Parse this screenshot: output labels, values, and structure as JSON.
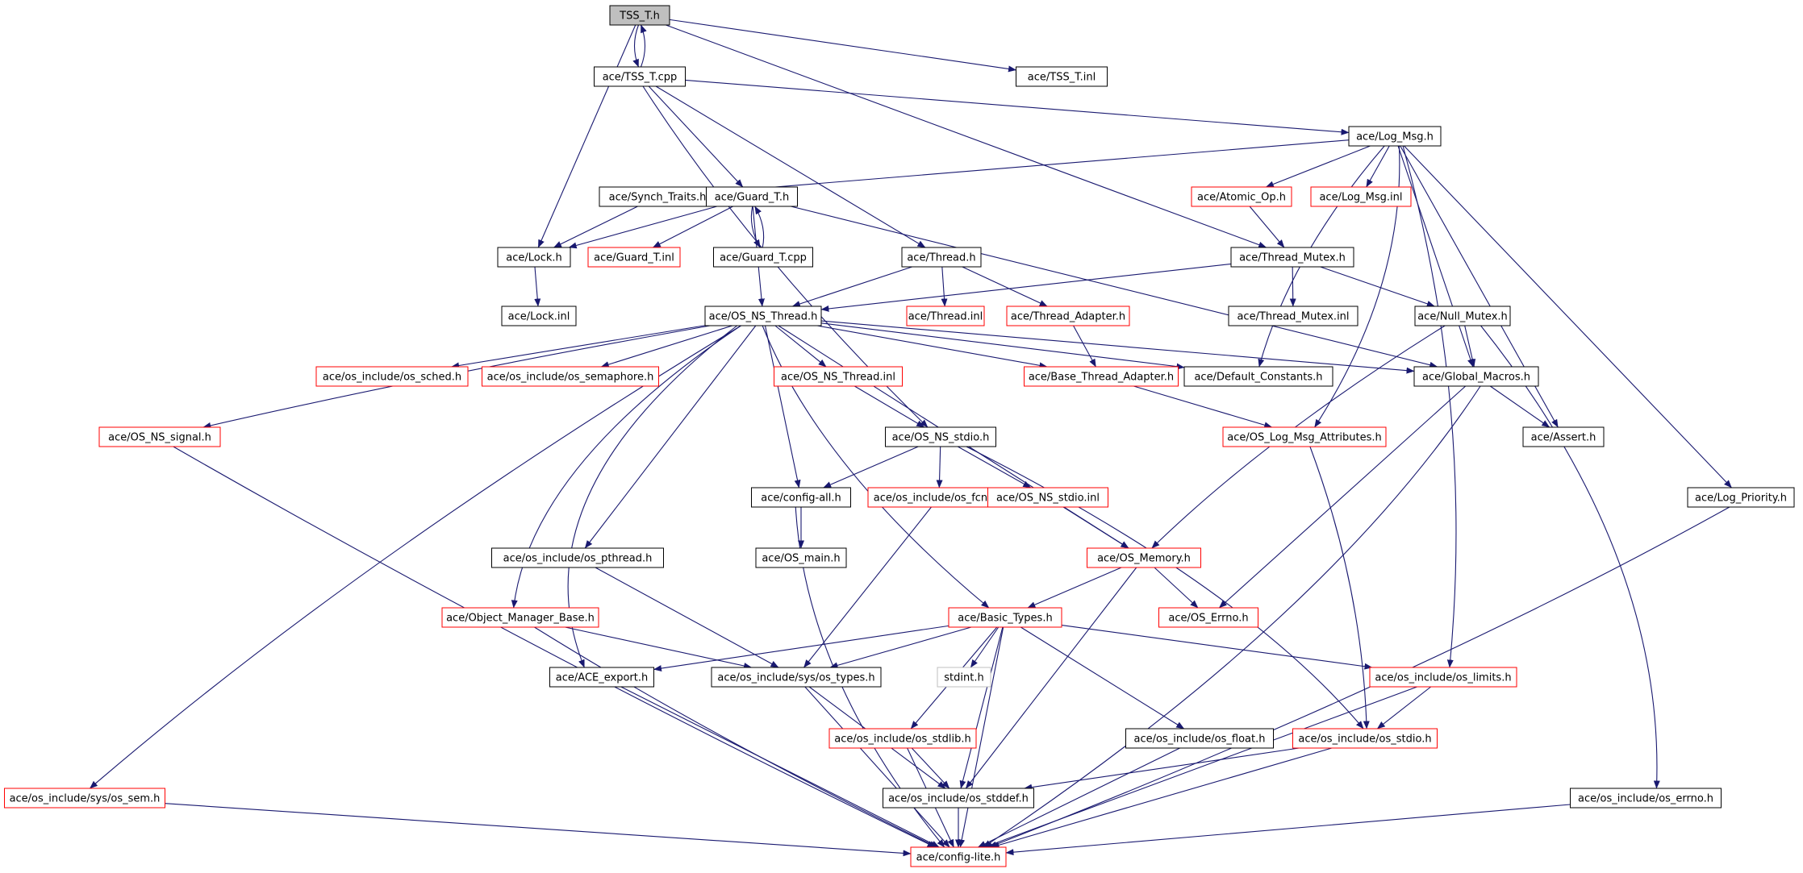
{
  "colors": {
    "edge": "#191970",
    "normal_border": "#000000",
    "incomplete_border": "#ff0000",
    "external_border": "#bfbfbf",
    "root_fill": "#bfbfbf",
    "fill": "#ffffff"
  },
  "nodes": [
    {
      "id": "tss_t_h",
      "label": "TSS_T.h",
      "kind": "root"
    },
    {
      "id": "tss_t_cpp",
      "label": "ace/TSS_T.cpp",
      "kind": "normal"
    },
    {
      "id": "tss_t_inl",
      "label": "ace/TSS_T.inl",
      "kind": "normal"
    },
    {
      "id": "log_msg_h",
      "label": "ace/Log_Msg.h",
      "kind": "normal"
    },
    {
      "id": "synch_traits_h",
      "label": "ace/Synch_Traits.h",
      "kind": "normal"
    },
    {
      "id": "guard_t_h",
      "label": "ace/Guard_T.h",
      "kind": "normal"
    },
    {
      "id": "atomic_op_h",
      "label": "ace/Atomic_Op.h",
      "kind": "incomplete"
    },
    {
      "id": "log_msg_inl",
      "label": "ace/Log_Msg.inl",
      "kind": "incomplete"
    },
    {
      "id": "lock_h",
      "label": "ace/Lock.h",
      "kind": "normal"
    },
    {
      "id": "guard_t_inl",
      "label": "ace/Guard_T.inl",
      "kind": "incomplete"
    },
    {
      "id": "guard_t_cpp",
      "label": "ace/Guard_T.cpp",
      "kind": "normal"
    },
    {
      "id": "thread_h",
      "label": "ace/Thread.h",
      "kind": "normal"
    },
    {
      "id": "thread_mutex_h",
      "label": "ace/Thread_Mutex.h",
      "kind": "normal"
    },
    {
      "id": "lock_inl",
      "label": "ace/Lock.inl",
      "kind": "normal"
    },
    {
      "id": "os_ns_thread_h",
      "label": "ace/OS_NS_Thread.h",
      "kind": "normal"
    },
    {
      "id": "thread_inl",
      "label": "ace/Thread.inl",
      "kind": "incomplete"
    },
    {
      "id": "thread_adapter_h",
      "label": "ace/Thread_Adapter.h",
      "kind": "incomplete"
    },
    {
      "id": "thread_mutex_inl",
      "label": "ace/Thread_Mutex.inl",
      "kind": "normal"
    },
    {
      "id": "null_mutex_h",
      "label": "ace/Null_Mutex.h",
      "kind": "normal"
    },
    {
      "id": "os_sched_h",
      "label": "ace/os_include/os_sched.h",
      "kind": "incomplete"
    },
    {
      "id": "os_semaphore_h",
      "label": "ace/os_include/os_semaphore.h",
      "kind": "incomplete"
    },
    {
      "id": "os_ns_thread_inl",
      "label": "ace/OS_NS_Thread.inl",
      "kind": "incomplete"
    },
    {
      "id": "base_thread_adapter_h",
      "label": "ace/Base_Thread_Adapter.h",
      "kind": "incomplete"
    },
    {
      "id": "default_constants_h",
      "label": "ace/Default_Constants.h",
      "kind": "normal"
    },
    {
      "id": "global_macros_h",
      "label": "ace/Global_Macros.h",
      "kind": "normal"
    },
    {
      "id": "os_ns_signal_h",
      "label": "ace/OS_NS_signal.h",
      "kind": "incomplete"
    },
    {
      "id": "os_ns_stdio_h",
      "label": "ace/OS_NS_stdio.h",
      "kind": "normal"
    },
    {
      "id": "os_log_msg_attributes_h",
      "label": "ace/OS_Log_Msg_Attributes.h",
      "kind": "incomplete"
    },
    {
      "id": "assert_h",
      "label": "ace/Assert.h",
      "kind": "normal"
    },
    {
      "id": "config_all_h",
      "label": "ace/config-all.h",
      "kind": "normal"
    },
    {
      "id": "os_fcntl_h",
      "label": "ace/os_include/os_fcntl.h",
      "kind": "incomplete"
    },
    {
      "id": "os_ns_stdio_inl",
      "label": "ace/OS_NS_stdio.inl",
      "kind": "incomplete"
    },
    {
      "id": "log_priority_h",
      "label": "ace/Log_Priority.h",
      "kind": "normal"
    },
    {
      "id": "os_pthread_h",
      "label": "ace/os_include/os_pthread.h",
      "kind": "normal"
    },
    {
      "id": "os_main_h",
      "label": "ace/OS_main.h",
      "kind": "normal"
    },
    {
      "id": "os_memory_h",
      "label": "ace/OS_Memory.h",
      "kind": "incomplete"
    },
    {
      "id": "object_manager_base_h",
      "label": "ace/Object_Manager_Base.h",
      "kind": "incomplete"
    },
    {
      "id": "basic_types_h",
      "label": "ace/Basic_Types.h",
      "kind": "incomplete"
    },
    {
      "id": "os_errno_h_ace",
      "label": "ace/OS_Errno.h",
      "kind": "incomplete"
    },
    {
      "id": "ace_export_h",
      "label": "ace/ACE_export.h",
      "kind": "normal"
    },
    {
      "id": "sys_os_types_h",
      "label": "ace/os_include/sys/os_types.h",
      "kind": "normal"
    },
    {
      "id": "stdint_h",
      "label": "stdint.h",
      "kind": "external"
    },
    {
      "id": "os_limits_h",
      "label": "ace/os_include/os_limits.h",
      "kind": "incomplete"
    },
    {
      "id": "os_stdlib_h",
      "label": "ace/os_include/os_stdlib.h",
      "kind": "incomplete"
    },
    {
      "id": "os_float_h",
      "label": "ace/os_include/os_float.h",
      "kind": "normal"
    },
    {
      "id": "os_stdio_h",
      "label": "ace/os_include/os_stdio.h",
      "kind": "incomplete"
    },
    {
      "id": "sys_os_sem_h",
      "label": "ace/os_include/sys/os_sem.h",
      "kind": "incomplete"
    },
    {
      "id": "os_stddef_h",
      "label": "ace/os_include/os_stddef.h",
      "kind": "normal"
    },
    {
      "id": "os_errno_h",
      "label": "ace/os_include/os_errno.h",
      "kind": "normal"
    },
    {
      "id": "config_lite_h",
      "label": "ace/config-lite.h",
      "kind": "incomplete"
    }
  ],
  "edges": [
    [
      "tss_t_h",
      "tss_t_cpp"
    ],
    [
      "tss_t_cpp",
      "tss_t_h"
    ],
    [
      "tss_t_h",
      "tss_t_inl"
    ],
    [
      "tss_t_h",
      "lock_h"
    ],
    [
      "tss_t_h",
      "thread_mutex_h"
    ],
    [
      "tss_t_cpp",
      "log_msg_h"
    ],
    [
      "tss_t_cpp",
      "guard_t_h"
    ],
    [
      "tss_t_cpp",
      "thread_h"
    ],
    [
      "tss_t_cpp",
      "os_ns_stdio_h"
    ],
    [
      "log_msg_h",
      "synch_traits_h"
    ],
    [
      "log_msg_h",
      "atomic_op_h"
    ],
    [
      "log_msg_h",
      "log_msg_inl"
    ],
    [
      "log_msg_h",
      "default_constants_h"
    ],
    [
      "log_msg_h",
      "os_log_msg_attributes_h"
    ],
    [
      "log_msg_h",
      "global_macros_h"
    ],
    [
      "log_msg_h",
      "assert_h"
    ],
    [
      "log_msg_h",
      "os_limits_h"
    ],
    [
      "log_msg_h",
      "log_priority_h"
    ],
    [
      "synch_traits_h",
      "lock_h"
    ],
    [
      "guard_t_h",
      "lock_h"
    ],
    [
      "guard_t_h",
      "guard_t_inl"
    ],
    [
      "guard_t_h",
      "guard_t_cpp"
    ],
    [
      "guard_t_cpp",
      "guard_t_h"
    ],
    [
      "guard_t_h",
      "os_ns_thread_h"
    ],
    [
      "guard_t_h",
      "global_macros_h"
    ],
    [
      "atomic_op_h",
      "thread_mutex_h"
    ],
    [
      "lock_h",
      "lock_inl"
    ],
    [
      "thread_h",
      "os_ns_thread_h"
    ],
    [
      "thread_h",
      "thread_inl"
    ],
    [
      "thread_h",
      "thread_adapter_h"
    ],
    [
      "thread_mutex_h",
      "os_ns_thread_h"
    ],
    [
      "thread_mutex_h",
      "thread_mutex_inl"
    ],
    [
      "thread_mutex_h",
      "null_mutex_h"
    ],
    [
      "null_mutex_h",
      "global_macros_h"
    ],
    [
      "null_mutex_h",
      "os_memory_h"
    ],
    [
      "null_mutex_h",
      "os_errno_h"
    ],
    [
      "thread_adapter_h",
      "base_thread_adapter_h"
    ],
    [
      "os_ns_thread_h",
      "os_sched_h"
    ],
    [
      "os_ns_thread_h",
      "os_semaphore_h"
    ],
    [
      "os_ns_thread_h",
      "os_ns_thread_inl"
    ],
    [
      "os_ns_thread_h",
      "base_thread_adapter_h"
    ],
    [
      "os_ns_thread_h",
      "default_constants_h"
    ],
    [
      "os_ns_thread_h",
      "global_macros_h"
    ],
    [
      "os_ns_thread_h",
      "os_ns_signal_h"
    ],
    [
      "os_ns_thread_h",
      "config_all_h"
    ],
    [
      "os_ns_thread_h",
      "os_pthread_h"
    ],
    [
      "os_ns_thread_h",
      "os_memory_h"
    ],
    [
      "os_ns_thread_h",
      "object_manager_base_h"
    ],
    [
      "os_ns_thread_h",
      "basic_types_h"
    ],
    [
      "os_ns_thread_h",
      "ace_export_h"
    ],
    [
      "os_ns_thread_h",
      "sys_os_sem_h"
    ],
    [
      "os_ns_thread_inl",
      "os_ns_stdio_h"
    ],
    [
      "base_thread_adapter_h",
      "os_log_msg_attributes_h"
    ],
    [
      "global_macros_h",
      "assert_h"
    ],
    [
      "global_macros_h",
      "os_errno_h_ace"
    ],
    [
      "global_macros_h",
      "config_lite_h"
    ],
    [
      "os_ns_signal_h",
      "config_lite_h"
    ],
    [
      "os_ns_stdio_h",
      "config_all_h"
    ],
    [
      "os_ns_stdio_h",
      "os_fcntl_h"
    ],
    [
      "os_ns_stdio_h",
      "os_ns_stdio_inl"
    ],
    [
      "os_ns_stdio_h",
      "os_stdio_h"
    ],
    [
      "os_log_msg_attributes_h",
      "os_stdio_h"
    ],
    [
      "config_all_h",
      "os_main_h"
    ],
    [
      "config_all_h",
      "config_lite_h"
    ],
    [
      "os_fcntl_h",
      "sys_os_types_h"
    ],
    [
      "os_ns_stdio_inl",
      "os_memory_h"
    ],
    [
      "log_priority_h",
      "config_lite_h"
    ],
    [
      "os_pthread_h",
      "sys_os_types_h"
    ],
    [
      "os_memory_h",
      "basic_types_h"
    ],
    [
      "os_memory_h",
      "os_errno_h_ace"
    ],
    [
      "os_memory_h",
      "os_stddef_h"
    ],
    [
      "object_manager_base_h",
      "sys_os_types_h"
    ],
    [
      "object_manager_base_h",
      "config_lite_h"
    ],
    [
      "basic_types_h",
      "ace_export_h"
    ],
    [
      "basic_types_h",
      "sys_os_types_h"
    ],
    [
      "basic_types_h",
      "stdint_h"
    ],
    [
      "basic_types_h",
      "os_limits_h"
    ],
    [
      "basic_types_h",
      "os_stdlib_h"
    ],
    [
      "basic_types_h",
      "os_float_h"
    ],
    [
      "basic_types_h",
      "os_stddef_h"
    ],
    [
      "basic_types_h",
      "config_lite_h"
    ],
    [
      "ace_export_h",
      "config_lite_h"
    ],
    [
      "sys_os_types_h",
      "os_stddef_h"
    ],
    [
      "sys_os_types_h",
      "config_lite_h"
    ],
    [
      "os_limits_h",
      "os_stdio_h"
    ],
    [
      "os_limits_h",
      "config_lite_h"
    ],
    [
      "os_stdlib_h",
      "os_stddef_h"
    ],
    [
      "os_stdlib_h",
      "config_lite_h"
    ],
    [
      "os_float_h",
      "config_lite_h"
    ],
    [
      "os_stdio_h",
      "os_stddef_h"
    ],
    [
      "os_stdio_h",
      "config_lite_h"
    ],
    [
      "sys_os_sem_h",
      "config_lite_h"
    ],
    [
      "os_stddef_h",
      "config_lite_h"
    ],
    [
      "os_errno_h",
      "config_lite_h"
    ]
  ]
}
